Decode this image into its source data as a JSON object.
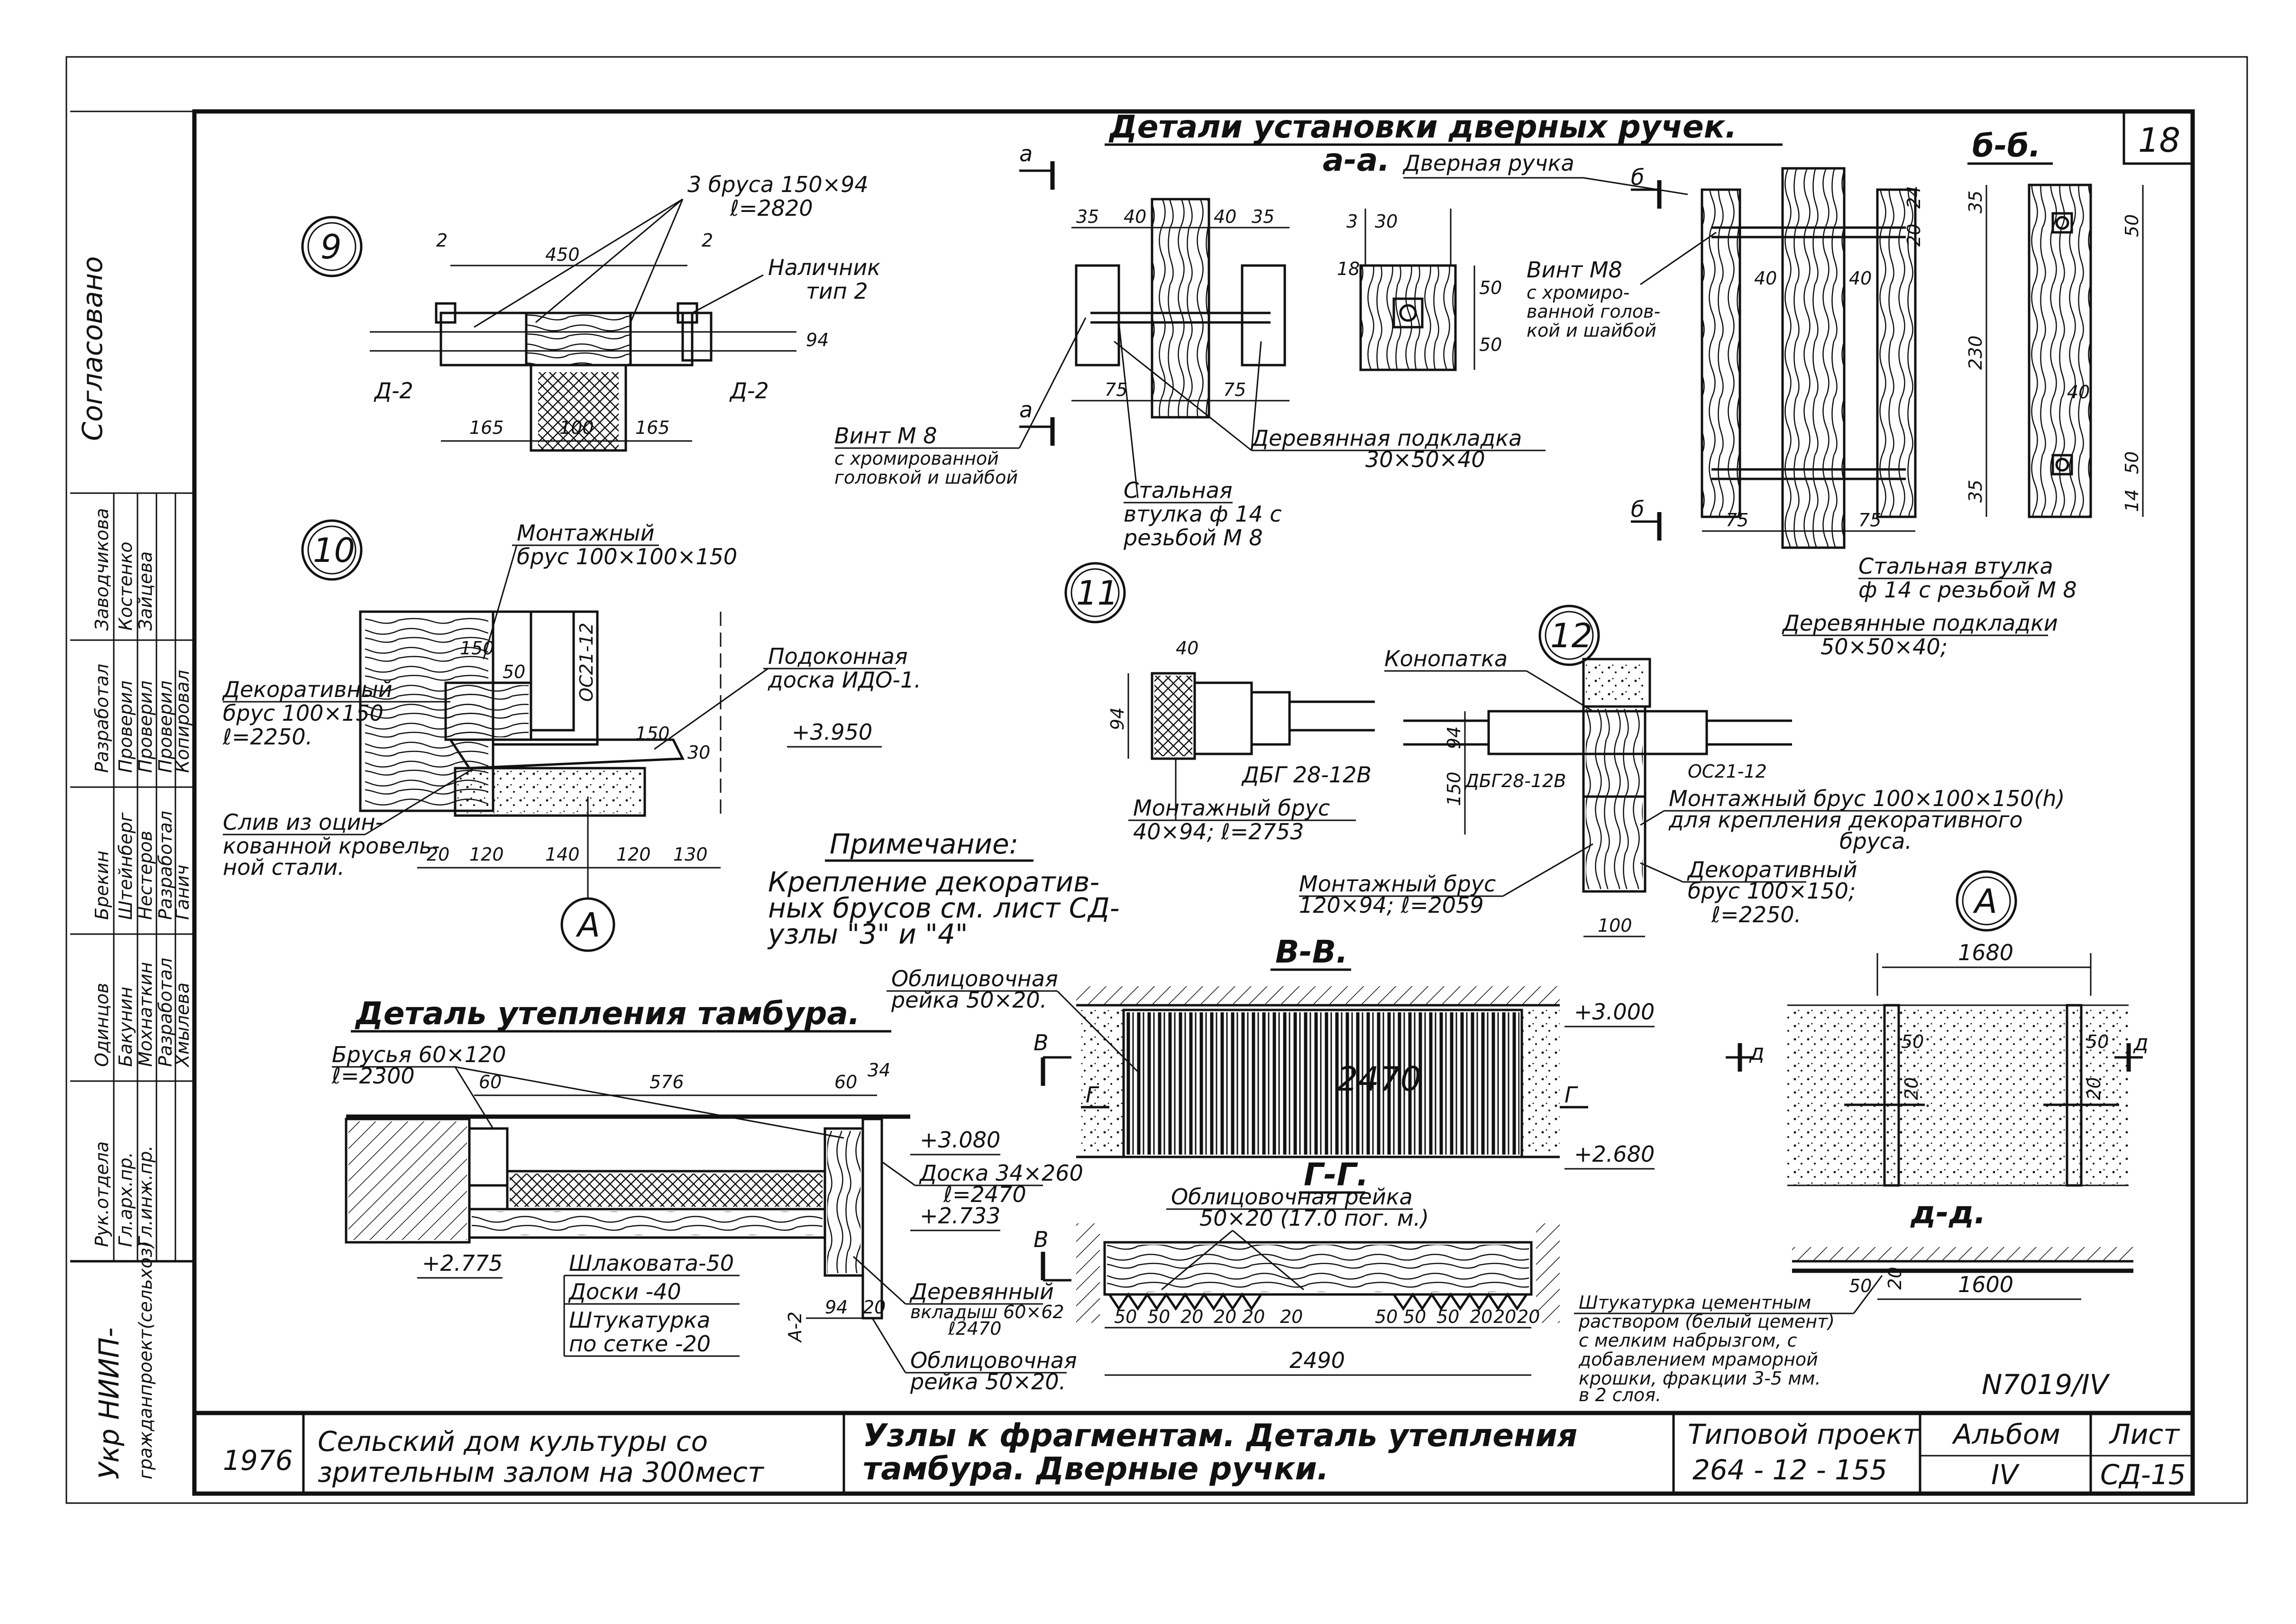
{
  "sheet": {
    "number": "18",
    "main_title": "Детали установки дверных ручек.",
    "project_id": "N7019/IV"
  },
  "detail9": {
    "id": "9",
    "bars": "3 бруса 150×94",
    "bars_len": "ℓ=2820",
    "casing": "Наличник",
    "casing_type": "тип 2",
    "d1": "Д-2",
    "d2": "Д-2",
    "dims": [
      "450",
      "2",
      "2",
      "94",
      "165",
      "100",
      "165"
    ]
  },
  "section_aa": {
    "mark": "а",
    "title": "а-а.",
    "handle": "Дверная ручка",
    "screw": "Винт М 8",
    "screw_note1": "с хромированной",
    "screw_note2": "головкой и шайбой",
    "sleeve": "Стальная",
    "sleeve_note1": "втулка ф 14 с",
    "sleeve_note2": "резьбой М 8",
    "pad": "Деревянная подкладка",
    "pad_size": "30×50×40",
    "dims": [
      "35",
      "40",
      "40",
      "35",
      "3",
      "30",
      "18",
      "50",
      "50",
      "75",
      "75",
      "50",
      "24"
    ]
  },
  "section_bb": {
    "mark": "б",
    "title": "б-б.",
    "screw": "Винт М8",
    "screw_note1": "с хромиро-",
    "screw_note2": "ванной голов-",
    "screw_note3": "кой и шайбой",
    "sleeve": "Стальная втулка",
    "sleeve_note": "ф 14 с резьбой М 8",
    "pads": "Деревянные подкладки",
    "pads_size": "50×50×40;",
    "dims": [
      "35",
      "230",
      "35",
      "50",
      "40",
      "50",
      "14",
      "75",
      "75",
      "40",
      "40",
      "24",
      "20"
    ]
  },
  "detail10": {
    "id": "10",
    "mount_bar": "Монтажный",
    "mount_bar_size": "брус 100×100×150",
    "deco_bar": "Декоративный",
    "deco_bar_size": "брус 100×150",
    "deco_bar_len": "ℓ=2250.",
    "sill": "Подоконная",
    "sill_type": "доска ИДО-1.",
    "level": "+3.950",
    "drip1": "Слив из оцин-",
    "drip2": "кованной кровель-",
    "drip3": "ной стали.",
    "window": "ОС21-12",
    "callout": "А",
    "dims": [
      "150",
      "50",
      "150",
      "20",
      "120",
      "140",
      "120",
      "130",
      "30"
    ]
  },
  "detail11": {
    "id": "11",
    "door": "ДБГ 28-12В",
    "bar": "Монтажный брус",
    "bar_size": "40×94; ℓ=2753",
    "dims": [
      "40",
      "94"
    ]
  },
  "detail12": {
    "id": "12",
    "caulk": "Конопатка",
    "window": "ОС21-12",
    "door": "ДБГ28-12В",
    "mount_bar": "Монтажный брус 100×100×150(h)",
    "mount_bar_note1": "для крепления декоративного",
    "mount_bar_note2": "бруса.",
    "bar": "Монтажный брус",
    "bar_size": "120×94; ℓ=2059",
    "deco_bar": "Декоративный",
    "deco_bar_size": "брус 100×150;",
    "deco_bar_len": "ℓ=2250.",
    "dims": [
      "94",
      "150",
      "100"
    ]
  },
  "note": {
    "title": "Примечание:",
    "line1": "Крепление декоратив-",
    "line2": "ных брусов см. лист СД-",
    "line3": "узлы \"3\" и \"4\""
  },
  "tambour": {
    "title": "Деталь утепления тамбура.",
    "bars": "Брусья 60×120",
    "bars_len": "ℓ=2300",
    "board": "Доска 34×260",
    "board_len": "ℓ=2470",
    "insul1": "Шлаковата-50",
    "insul2": "Доски      -40",
    "insul3": "Штукатурка",
    "insul4": "по сетке  -20",
    "insert": "Деревянный",
    "insert_size": "вкладыш 60×62",
    "insert_len": "ℓ2470",
    "trim": "Облицовочная",
    "trim_size": "рейка 50×20.",
    "levels": [
      "+3.080",
      "+2.733",
      "+2.775"
    ],
    "sect": "А-2",
    "dims": [
      "60",
      "576",
      "60",
      "34",
      "94",
      "20"
    ]
  },
  "section_vv": {
    "title": "В-В.",
    "mark": "В",
    "gg_mark": "Г",
    "trim": "Облицовочная",
    "trim_size": "рейка 50×20.",
    "width": "2470",
    "levels": [
      "+3.000",
      "+2.680"
    ]
  },
  "section_gg": {
    "title": "Г-Г.",
    "trim": "Облицовочная рейка",
    "trim_size": "50×20 (17.0 пог. м.)",
    "width": "2490",
    "dims": [
      "50",
      "50",
      "20",
      "20",
      "20",
      "20",
      "50",
      "50",
      "50",
      "20",
      "20",
      "20"
    ]
  },
  "detailA": {
    "id": "А",
    "width": "1680",
    "mark": "д",
    "dims": [
      "50",
      "50",
      "20",
      "20"
    ]
  },
  "section_dd": {
    "title": "д-д.",
    "width": "1600",
    "dims": [
      "50",
      "20"
    ],
    "plaster1": "Штукатурка цементным",
    "plaster2": "раствором (белый цемент)",
    "plaster3": "с мелким набрызгом, с",
    "plaster4": "добавлением мраморной",
    "plaster5": "крошки, фракции 3-5 мм.",
    "plaster6": "в 2 слоя."
  },
  "title_block": {
    "year": "1976",
    "object1": "Сельский дом культуры со",
    "object2": "зрительным залом на 300мест",
    "desc1": "Узлы  к  фрагментам. Деталь  утепления",
    "desc2": "тамбура.  Дверные  ручки.",
    "proj_label": "Типовой проект",
    "proj_num": "264 - 12 - 155",
    "album_label": "Альбом",
    "album_num": "IV",
    "sheet_label": "Лист",
    "sheet_num": "СД-15"
  },
  "side_block": {
    "agreed": "Согласовано",
    "org1": "Укр НИИП-",
    "org2": "гражданпроект(сельхоз)",
    "rows": [
      [
        "Рук.отдела",
        "Гл.арх.пр.",
        "Гл.инж.пр."
      ],
      [
        "Одинцов",
        "Бакунин",
        "Мохнаткин"
      ],
      [
        "Брекин",
        "Штейнберг",
        "Нестеров"
      ],
      [
        "Разработал",
        "Разработал",
        "Проверил"
      ],
      [
        "Хмылева",
        "Ганич",
        "Копировал"
      ],
      [
        "Разработал",
        "Проверил",
        "Проверил"
      ],
      [
        "Заводчикова",
        "Костенко",
        "Зайцева"
      ]
    ]
  }
}
